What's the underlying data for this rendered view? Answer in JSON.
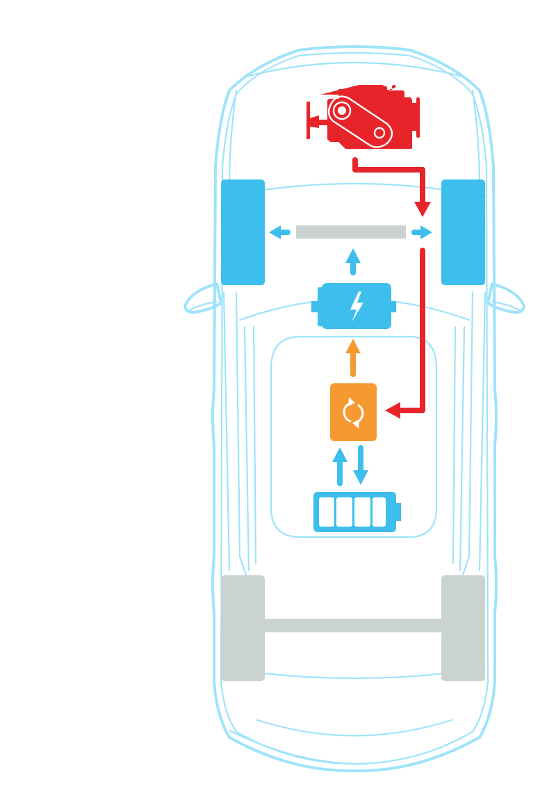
{
  "diagram": {
    "title": "",
    "type": "hybrid-powertrain-schematic",
    "view": "top-down car",
    "colors": {
      "car_outline": "#9ee3fa",
      "electric": "#3dbeec",
      "engine": "#e8242b",
      "converter": "#f59a30",
      "inactive_axle": "#cbd2d2",
      "background": "#ffffff"
    },
    "components": [
      {
        "id": "engine",
        "icon": "engine-icon",
        "color": "engine"
      },
      {
        "id": "electric-motor",
        "icon": "motor-lightning-icon",
        "color": "electric"
      },
      {
        "id": "power-converter",
        "icon": "refresh-cycle-icon",
        "color": "converter"
      },
      {
        "id": "battery",
        "icon": "battery-full-icon",
        "color": "electric",
        "cells": 4
      },
      {
        "id": "front-axle",
        "color": "inactive_axle",
        "wheels": "electric"
      },
      {
        "id": "rear-axle",
        "color": "inactive_axle",
        "wheels": "inactive_axle"
      }
    ],
    "flows": [
      {
        "from": "engine",
        "to": "front-right-wheel",
        "color": "engine"
      },
      {
        "from": "engine",
        "to": "power-converter",
        "color": "engine"
      },
      {
        "from": "power-converter",
        "to": "electric-motor",
        "color": "converter"
      },
      {
        "from": "electric-motor",
        "to": "front-axle",
        "color": "electric"
      },
      {
        "from": "front-axle",
        "to": "front-left-wheel",
        "color": "electric"
      },
      {
        "from": "front-axle",
        "to": "front-right-wheel",
        "color": "electric"
      },
      {
        "from": "battery",
        "to": "power-converter",
        "color": "electric"
      },
      {
        "from": "power-converter",
        "to": "battery",
        "color": "electric"
      }
    ]
  }
}
